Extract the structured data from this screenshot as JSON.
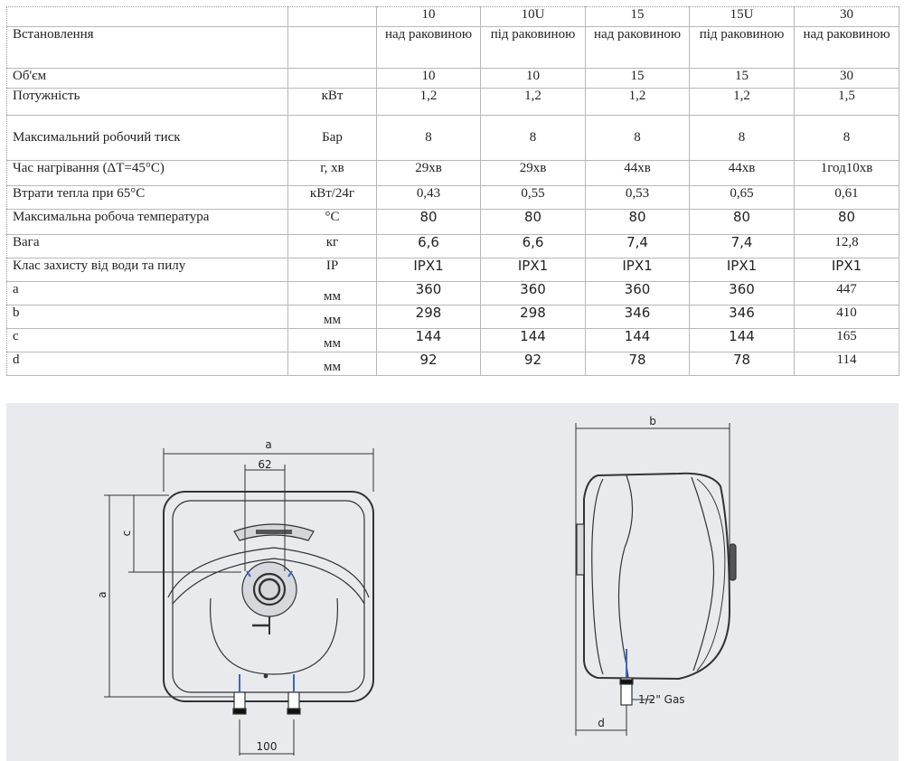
{
  "table": {
    "header": [
      "",
      "",
      "10",
      "10U",
      "15",
      "15U",
      "30"
    ],
    "rows": [
      {
        "label": "Встановлення",
        "unit": "",
        "values": [
          "над раковиною",
          "під раковиною",
          "над раковиною",
          "під раковиною",
          "над раковиною"
        ]
      },
      {
        "label": "Об'єм",
        "unit": "",
        "values": [
          "10",
          "10",
          "15",
          "15",
          "30"
        ]
      },
      {
        "label": "Потужність",
        "unit": "кВт",
        "values": [
          "1,2",
          "1,2",
          "1,2",
          "1,2",
          "1,5"
        ]
      },
      {
        "label": "Максимальний робочий тиск",
        "unit": "Бар",
        "values": [
          "8",
          "8",
          "8",
          "8",
          "8"
        ]
      },
      {
        "label": "Час нагрівання (ΔT=45°C)",
        "unit": "г, хв",
        "values": [
          "29хв",
          "29хв",
          "44хв",
          "44хв",
          "1год10хв"
        ]
      },
      {
        "label": "Втрати тепла при 65°C",
        "unit": "кВт/24г",
        "values": [
          "0,43",
          "0,55",
          "0,53",
          "0,65",
          "0,61"
        ]
      },
      {
        "label": "Максимальна робоча температура",
        "unit": "°С",
        "values": [
          "80",
          "80",
          "80",
          "80",
          "80"
        ]
      },
      {
        "label": "Вага",
        "unit": "кг",
        "values": [
          "6,6",
          "6,6",
          "7,4",
          "7,4",
          "12,8"
        ]
      },
      {
        "label": "Клас захисту від води та пилу",
        "unit": "IP",
        "values": [
          "IPX1",
          "IPX1",
          "IPX1",
          "IPX1",
          "IPX1"
        ]
      },
      {
        "label": "a",
        "unit": "мм",
        "values": [
          "360",
          "360",
          "360",
          "360",
          "447"
        ]
      },
      {
        "label": "b",
        "unit": "мм",
        "values": [
          "298",
          "298",
          "346",
          "346",
          "410"
        ]
      },
      {
        "label": "c",
        "unit": "мм",
        "values": [
          "144",
          "144",
          "144",
          "144",
          "165"
        ]
      },
      {
        "label": "d",
        "unit": "мм",
        "values": [
          "92",
          "92",
          "78",
          "78",
          "114"
        ]
      }
    ]
  },
  "diagram": {
    "front": {
      "dim_a_top": "a",
      "dim_62": "62",
      "dim_c": "c",
      "dim_a_side": "a",
      "dim_100": "100"
    },
    "side": {
      "dim_b": "b",
      "dim_d": "d",
      "pipe_label": "1/2\" Gas"
    }
  },
  "colors": {
    "panel_bg": "#e8eaee",
    "border": "#b8b8b8",
    "line": "#333333",
    "pipe_blue": "#3a66c8"
  }
}
